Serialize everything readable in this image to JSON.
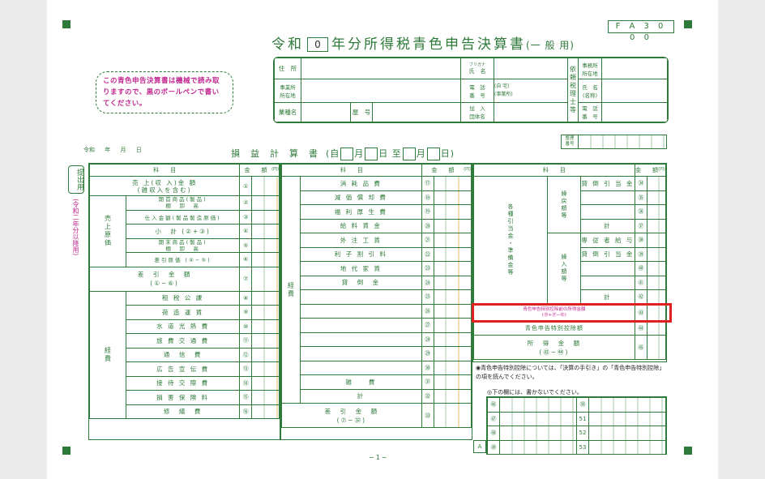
{
  "header": {
    "form_code": "F A 3 0 0 0",
    "title_prefix": "令和",
    "year_value": "0",
    "title_main": "年分所得税青色申告決算書",
    "title_sub": "(一 般 用)"
  },
  "note": "この青色申告決算書は機械で読み取りますので、黒のボールペンで書いてください。",
  "info_labels": {
    "address": "住　所",
    "furigana": "フリガナ",
    "name": "氏　名",
    "office_address": "事業所\n所在地",
    "phone": "電　話\n番　号",
    "phone_home": "(自 宅)",
    "phone_office": "(事業所)",
    "business_type": "業種名",
    "shop_name": "屋　号",
    "association": "加　入\n団体名",
    "rep_office": "事務所\n所在地",
    "rep_name": "氏　名\n(名称)",
    "rep_phone": "電　話\n番　号",
    "rep_side": "依頼税理士等"
  },
  "date_line": {
    "era": "令和",
    "year": "年",
    "month": "月",
    "day": "日"
  },
  "pl": {
    "title": "損　益　計　算　書",
    "open": "(自",
    "month1": "月",
    "day_to": "日 至",
    "month2": "月",
    "close": "日)"
  },
  "seiri_label": "整理\n番号",
  "side": {
    "teishutsu": "提出用",
    "kakko": "(令和二年分以降用)"
  },
  "columns": {
    "kamoku": "科　　目",
    "kingaku": "金　　額",
    "unit": "(円)"
  },
  "left_rows": [
    {
      "label": "売 上(収 入)金 額\n(雑収入を含む)",
      "num": "①"
    },
    {
      "label": "期首商品(製品)\n棚　卸　高",
      "num": "②"
    },
    {
      "label": "仕入金額(製品製造原価)",
      "num": "③"
    },
    {
      "label": "小　計 (②+③)",
      "num": "④"
    },
    {
      "label": "期末商品(製品)\n棚　卸　高",
      "num": "⑤"
    },
    {
      "label": "差引原価 (④−⑤)",
      "num": "⑥"
    },
    {
      "label": "差　引　金　額\n(①−⑥)",
      "num": "⑦"
    },
    {
      "label": "租 税 公 課",
      "num": "⑧"
    },
    {
      "label": "荷 造 運 賃",
      "num": "⑨"
    },
    {
      "label": "水 道 光 熱 費",
      "num": "⑩"
    },
    {
      "label": "旅 費 交 通 費",
      "num": "⑪"
    },
    {
      "label": "通　信　費",
      "num": "⑫"
    },
    {
      "label": "広 告 宣 伝 費",
      "num": "⑬"
    },
    {
      "label": "接 待 交 際 費",
      "num": "⑭"
    },
    {
      "label": "損 害 保 険 料",
      "num": "⑮"
    },
    {
      "label": "修　繕　費",
      "num": "⑯"
    }
  ],
  "left_groups": {
    "uriage_genka": "売上原価",
    "keihi": "経費"
  },
  "mid_rows": [
    {
      "label": "消 耗 品 費",
      "num": "⑰"
    },
    {
      "label": "減 価 償 却 費",
      "num": "⑱"
    },
    {
      "label": "福 利 厚 生 費",
      "num": "⑲"
    },
    {
      "label": "給 料 賃 金",
      "num": "⑳"
    },
    {
      "label": "外 注 工 賃",
      "num": "㉑"
    },
    {
      "label": "利 子 割 引 料",
      "num": "㉒"
    },
    {
      "label": "地 代 家 賃",
      "num": "㉓"
    },
    {
      "label": "貸　倒　金",
      "num": "㉔"
    },
    {
      "label": "",
      "num": "㉕"
    },
    {
      "label": "",
      "num": "㉖"
    },
    {
      "label": "",
      "num": "㉗"
    },
    {
      "label": "",
      "num": "㉘"
    },
    {
      "label": "",
      "num": "㉙"
    },
    {
      "label": "",
      "num": "㉚"
    },
    {
      "label": "雑　　費",
      "num": "㉛"
    },
    {
      "label": "計",
      "num": "㉜"
    },
    {
      "label": "差　引　金　額\n(⑦−㉜)",
      "num": "㉝"
    }
  ],
  "mid_group": {
    "keihi": "経費"
  },
  "right_rows": [
    {
      "label": "貸 倒 引 当 金",
      "num": "㉞"
    },
    {
      "label": "",
      "num": "㉟"
    },
    {
      "label": "",
      "num": "㊱"
    },
    {
      "label": "計",
      "num": "㊲"
    },
    {
      "label": "専 従 者 給 与",
      "num": "㊳"
    },
    {
      "label": "貸 倒 引 当 金",
      "num": "㊴"
    },
    {
      "label": "",
      "num": "㊵"
    },
    {
      "label": "",
      "num": "㊶"
    },
    {
      "label": "計",
      "num": "㊷"
    },
    {
      "label": "青色申告特別控除前の所得金額\n(㉝+㊲−㊷)",
      "num": "㊸"
    },
    {
      "label": "青色申告特別控除額",
      "num": "㊹"
    },
    {
      "label": "所　得　金　額\n(㊸−㊹)",
      "num": "㊺"
    }
  ],
  "right_groups": {
    "main": "各種引当金・準備金等",
    "kuri_modoshi": "繰戻額等",
    "kuri_ire": "繰入額等"
  },
  "kokuchi": "◉青色申告特別控除については、「決算の手引き」の「青色申告特別控除」の項を読んでください。",
  "kakanai": "◎下の欄には、書かないでください。",
  "bottom_left": [
    "㊻",
    "㊼",
    "㊽",
    "㊾"
  ],
  "bottom_right": [
    "㊿",
    "51",
    "52",
    "53"
  ],
  "bottom_corner": "A",
  "page_no": "−1−",
  "colors": {
    "form_green": "#2e7a3a",
    "magenta": "#c0278f",
    "highlight": "#e02020"
  }
}
